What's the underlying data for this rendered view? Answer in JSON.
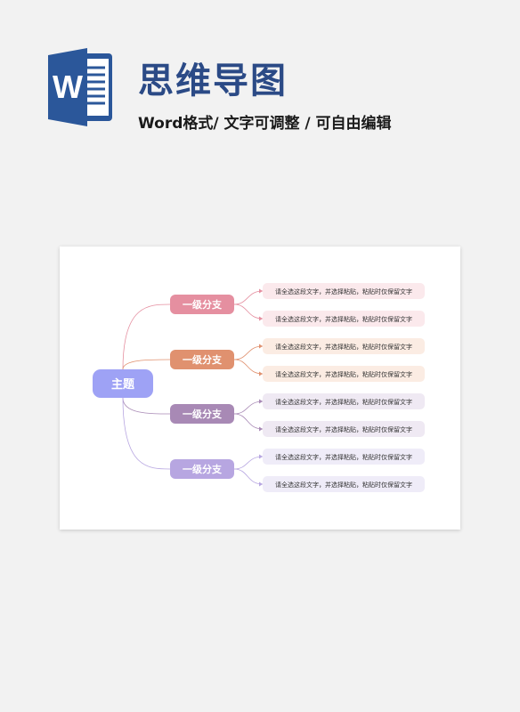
{
  "header": {
    "title": "思维导图",
    "subtitle": "Word格式/ 文字可调整 / 可自由编辑"
  },
  "mindmap": {
    "root": {
      "label": "主题",
      "color": "#9ea2f5"
    },
    "branches": [
      {
        "label": "一级分支",
        "color": "#e58fa0",
        "leaf_bg": "#fbe9ec",
        "leaves": [
          "请全选这段文字，并选择粘贴，粘贴时仅保留文字",
          "请全选这段文字，并选择粘贴，粘贴时仅保留文字"
        ]
      },
      {
        "label": "一级分支",
        "color": "#e0916f",
        "leaf_bg": "#fbece3",
        "leaves": [
          "请全选这段文字，并选择粘贴，粘贴时仅保留文字",
          "请全选这段文字，并选择粘贴，粘贴时仅保留文字"
        ]
      },
      {
        "label": "一级分支",
        "color": "#a889b5",
        "leaf_bg": "#efe9f3",
        "leaves": [
          "请全选这段文字，并选择粘贴，粘贴时仅保留文字",
          "请全选这段文字，并选择粘贴，粘贴时仅保留文字"
        ]
      },
      {
        "label": "一级分支",
        "color": "#b7a6e1",
        "leaf_bg": "#efecf8",
        "leaves": [
          "请全选这段文字，并选择粘贴，粘贴时仅保留文字",
          "请全选这段文字，并选择粘贴，粘贴时仅保留文字"
        ]
      }
    ]
  },
  "colors": {
    "title": "#2b4a86",
    "word_blue": "#2b579a"
  }
}
